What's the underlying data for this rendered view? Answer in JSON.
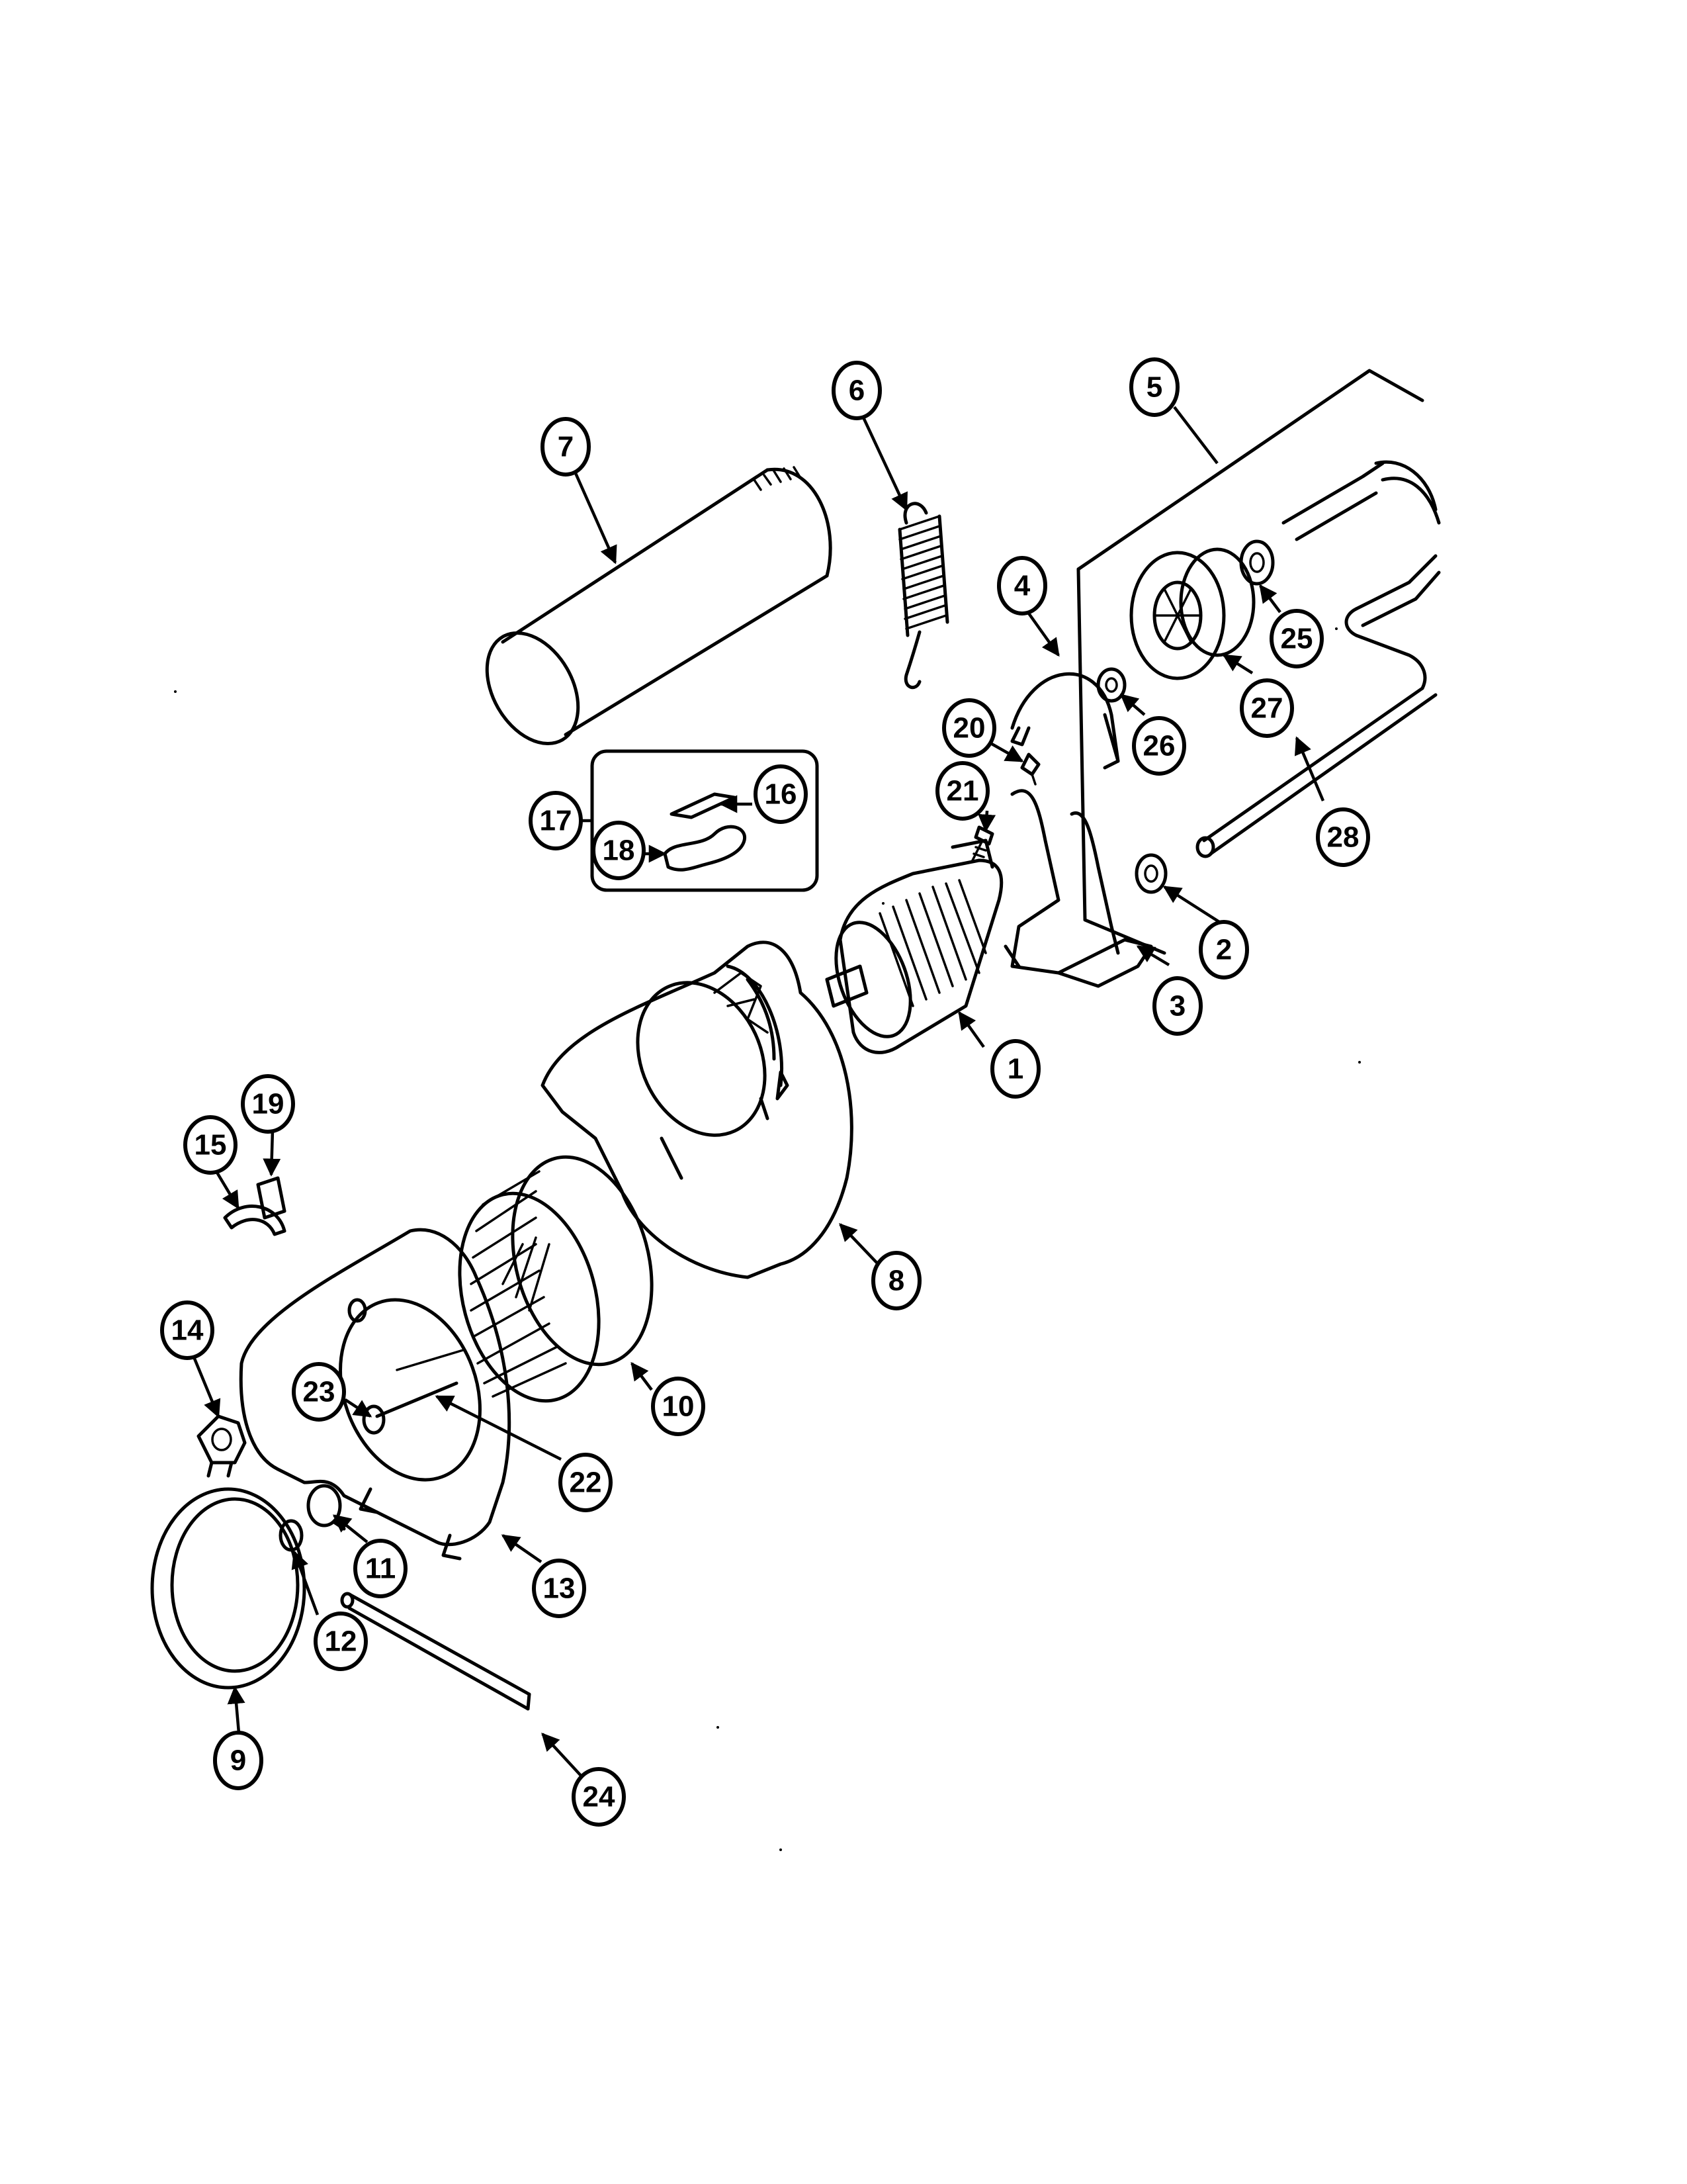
{
  "diagram": {
    "callouts": [
      {
        "id": "c1",
        "label": "1"
      },
      {
        "id": "c2",
        "label": "2"
      },
      {
        "id": "c3",
        "label": "3"
      },
      {
        "id": "c4",
        "label": "4"
      },
      {
        "id": "c5",
        "label": "5"
      },
      {
        "id": "c6",
        "label": "6"
      },
      {
        "id": "c7",
        "label": "7"
      },
      {
        "id": "c8",
        "label": "8"
      },
      {
        "id": "c9",
        "label": "9"
      },
      {
        "id": "c10",
        "label": "10"
      },
      {
        "id": "c11",
        "label": "11"
      },
      {
        "id": "c12",
        "label": "12"
      },
      {
        "id": "c13",
        "label": "13"
      },
      {
        "id": "c14",
        "label": "14"
      },
      {
        "id": "c15",
        "label": "15"
      },
      {
        "id": "c16",
        "label": "16"
      },
      {
        "id": "c17",
        "label": "17"
      },
      {
        "id": "c18",
        "label": "18"
      },
      {
        "id": "c19",
        "label": "19"
      },
      {
        "id": "c20",
        "label": "20"
      },
      {
        "id": "c21",
        "label": "21"
      },
      {
        "id": "c22",
        "label": "22"
      },
      {
        "id": "c23",
        "label": "23"
      },
      {
        "id": "c24",
        "label": "24"
      },
      {
        "id": "c25",
        "label": "25"
      },
      {
        "id": "c26",
        "label": "26"
      },
      {
        "id": "c27",
        "label": "27"
      },
      {
        "id": "c28",
        "label": "28"
      }
    ]
  }
}
